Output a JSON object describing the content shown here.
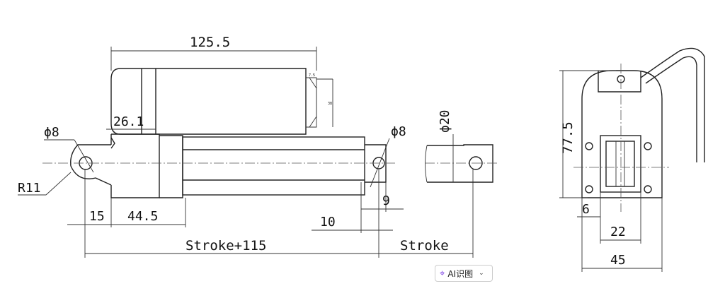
{
  "dimensions": {
    "overall_length": "125.5",
    "motor_offset": "26.1",
    "rear_hole": "ϕ8",
    "rear_radius": "R11",
    "front_hole": "ϕ8",
    "rod_diameter": "ϕ20",
    "rear_to_body": "15",
    "body_segment": "44.5",
    "rod_end_a": "10",
    "rod_end_b": "9",
    "retracted_length": "Stroke+115",
    "stroke": "Stroke",
    "height": "77.5",
    "mount_offset": "6",
    "inner_width": "22",
    "total_width": "45",
    "small_a": "7.5",
    "small_b": "38"
  },
  "ai_button": {
    "label": "AI识图",
    "icon": "ai-scan-icon"
  }
}
